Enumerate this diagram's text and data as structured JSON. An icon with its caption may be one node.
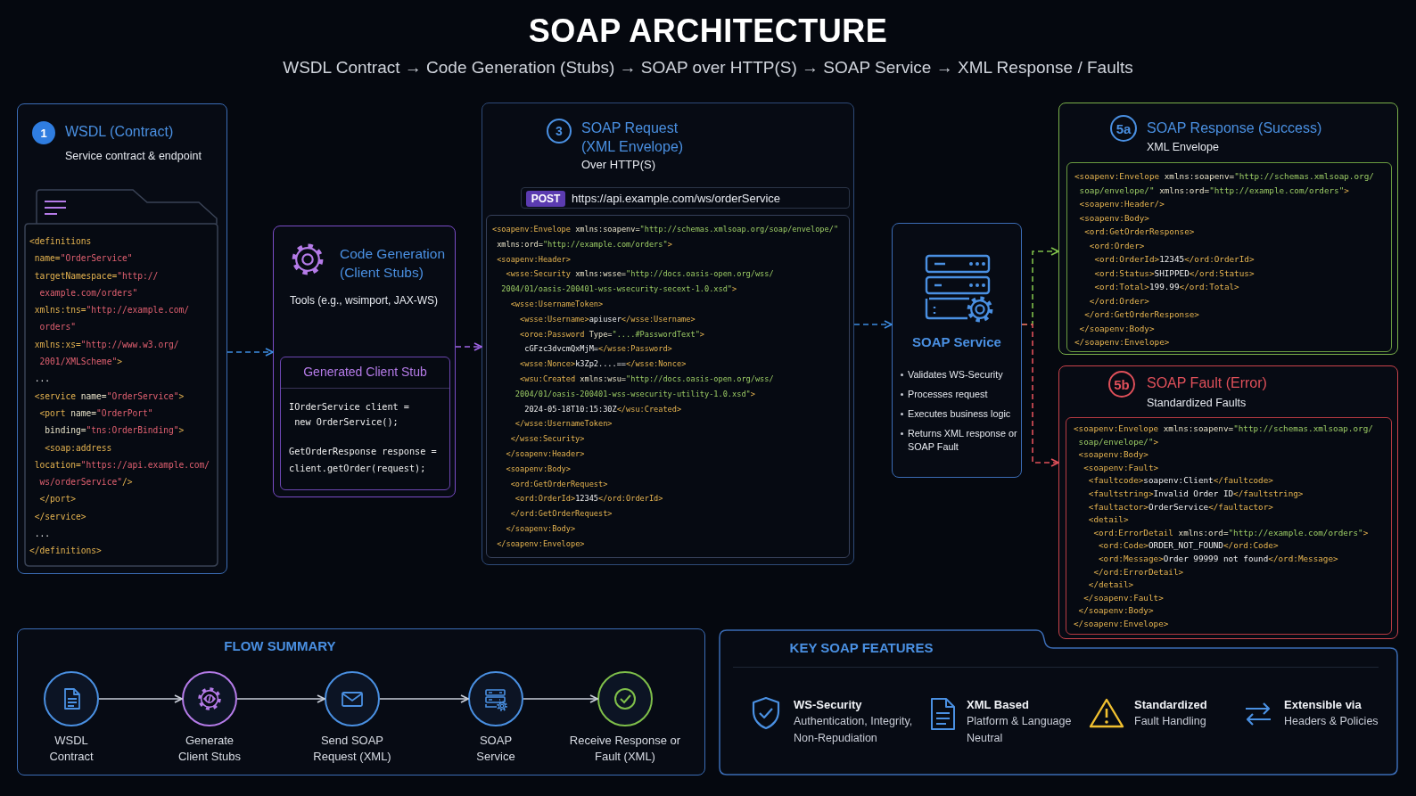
{
  "diagram": {
    "title": "SOAP ARCHITECTURE",
    "nodes": [
      {
        "text": [
          "WSDL (Contract)",
          "Service contract & endpoint"
        ]
      },
      {
        "text": [
          "1"
        ],
        "in": 0
      },
      {
        "text": [
          "<definitions",
          "name=\"OrderService\"",
          "targetNamespace=\"http://",
          "example.com/orders\"",
          "xmlns:tns=\"http://example.com/",
          "orders\"",
          "xmlns:xs=\"http://www.w3.org/",
          "2001/XMLScheme\">",
          "...",
          "<service name=\"OrderService\">",
          "<port name=\"OrderPort\"",
          "binding=\"tns:OrderBinding\">",
          "<soap:address",
          "location=\"https://api.example.com/",
          "ws/orderService\"/>",
          "</port>",
          "</service>",
          "...",
          "</definitions>"
        ],
        "in": 0
      },
      {
        "text": [
          "Code Generation (Client Stubs)",
          "Tools (e.g., wsimport, JAX-WS)"
        ]
      },
      {
        "text": [
          "Generated Client Stub",
          "IOrderService client =",
          "new OrderService();",
          "GetOrderResponse response =",
          "client.getOrder(request);"
        ],
        "in": 3
      },
      {
        "text": [
          "SOAP Request (XML Envelope)",
          "Over HTTP(S)"
        ]
      },
      {
        "text": [
          "3"
        ],
        "in": 5
      },
      {
        "text": [
          "https://api.example.com/ws/orderService"
        ],
        "in": 5
      },
      {
        "text": [
          "POST"
        ],
        "in": 7
      },
      {
        "text": [
          "<soapenv:Envelope xmlns:soapenv=\"http://schemas.xmlsoap.org/soap/envelope/\"",
          "xmlns:ord=\"http://example.com/orders\">",
          "<soapenv:Header>",
          "<wsse:Security xmlns:wsse=\"http://docs.oasis-open.org/wss/",
          "2004/01/oasis-200401-wss-wsecurity-secext-1.0.xsd\">",
          "<wsse:UsernameToken>",
          "<wsse:Username>apiuser</wsse:Username>",
          "<oroe:Password Type=\"....#PasswordText\">",
          "cGFzc3dvcmQxMjM=</wsse:Password>",
          "<wsse:Nonce>k3Zp2....==</wsse:Nonce>",
          "<wsu:Created xmlns:wsu=\"http://docs.oasis-open.org/wss/",
          "2004/01/oasis-200401-wss-wsecurity-utility-1.0.xsd\">",
          "2024-05-18T10:15:30Z</wsu:Created>",
          "</wsse:UsernameToken>",
          "</wsse:Security>",
          "</soapenv:Header>",
          "<soapenv:Body>",
          "<ord:GetOrderRequest>",
          "<ord:OrderId>12345</ord:OrderId>",
          "</ord:GetOrderRequest>",
          "</soapenv:Body>",
          "</soapenv:Envelope>"
        ],
        "in": 5
      },
      {
        "text": [
          "SOAP Service",
          "Validates WS-Security",
          "Processes request",
          "Executes business logic",
          "Returns XML response or SOAP Fault"
        ]
      },
      {
        "text": [
          "SOAP Response (Success)",
          "XML Envelope"
        ]
      },
      {
        "text": [
          "5a"
        ],
        "in": 11
      },
      {
        "text": [
          "<soapenv:Envelope xmlns:soapenv=\"http://schemas.xmlsoap.org/",
          "soap/envelope/\" xmlns:ord=\"http://example.com/orders\">",
          "<soapenv:Header/>",
          "<soapenv:Body>",
          "<ord:GetOrderResponse>",
          "<ord:Order>",
          "<ord:OrderId>12345</ord:OrderId>",
          "<ord:Status>SHIPPED</ord:Status>",
          "<ord:Total>199.99</ord:Total>",
          "</ord:Order>",
          "</ord:GetOrderResponse>",
          "</soapenv:Body>",
          "</soapenv:Envelope>"
        ],
        "in": 11
      },
      {
        "text": [
          "SOAP Fault (Error)",
          "Standardized Faults"
        ]
      },
      {
        "text": [
          "5b"
        ],
        "in": 14
      },
      {
        "text": [
          "<soapenv:Envelope xmlns:soapenv=\"http://schemas.xmlsoap.org/",
          "soap/envelope/\">",
          "<soapenv:Body>",
          "<soapenv:Fault>",
          "<faultcode>soapenv:Client</faultcode>",
          "<faultstring>Invalid Order ID</faultstring>",
          "<faultactor>OrderService</faultactor>",
          "<detail>",
          "<ord:ErrorDetail xmlns:ord=\"http://example.com/orders\">",
          "<ord:Code>ORDER_NOT_FOUND</ord:Code>",
          "<ord:Message>Order 99999 not found</ord:Message>",
          "</ord:ErrorDetail>",
          "</detail>",
          "</soapenv:Fault>",
          "</soapenv:Body>",
          "</soapenv:Envelope>"
        ],
        "in": 14
      },
      {
        "text": [
          "FLOW SUMMARY"
        ]
      },
      {
        "text": [],
        "shape": "circle",
        "beside": [
          "WSDL Contract"
        ],
        "in": 17
      },
      {
        "text": [],
        "shape": "circle",
        "beside": [
          "Generate Client Stubs"
        ],
        "in": 17
      },
      {
        "text": [],
        "shape": "circle",
        "beside": [
          "Send SOAP Request (XML)"
        ],
        "in": 17
      },
      {
        "text": [],
        "shape": "circle",
        "beside": [
          "SOAP Service"
        ],
        "in": 17
      },
      {
        "text": [],
        "shape": "circle",
        "beside": [
          "Receive Response or Fault (XML)"
        ],
        "in": 17
      },
      {
        "text": [
          "KEY SOAP FEATURES"
        ]
      }
    ],
    "edges": [
      {
        "from": 0,
        "to": 3,
        "arrow": "to",
        "style": "dashed",
        "color": "#3d8be0"
      },
      {
        "from": 3,
        "to": 5,
        "arrow": "to",
        "style": "dashed",
        "color": "#a064e6"
      },
      {
        "from": 5,
        "to": 10,
        "arrow": "to",
        "style": "dashed",
        "color": "#3d8be0"
      },
      {
        "from": 10,
        "to": 11,
        "arrow": "to",
        "style": "dashed",
        "color": "#7fbf4a"
      },
      {
        "from": 10,
        "to": 14,
        "arrow": "to",
        "style": "dashed",
        "color": "#e0505a"
      },
      {
        "from": 18,
        "to": 19,
        "arrow": "to"
      },
      {
        "from": 19,
        "to": 20,
        "arrow": "to"
      },
      {
        "from": 20,
        "to": 21,
        "arrow": "to"
      },
      {
        "from": 21,
        "to": 22,
        "arrow": "to"
      }
    ],
    "labels": [
      "WSDL Contract → Code Generation (Stubs) → SOAP over HTTP(S) → SOAP Service → XML Response / Faults",
      "WS-Security",
      "Authentication, Integrity, Non-Repudiation",
      "XML Based",
      "Platform & Language Neutral",
      "Standardized",
      "Fault Handling",
      "Extensible via",
      "Headers & Policies"
    ]
  }
}
